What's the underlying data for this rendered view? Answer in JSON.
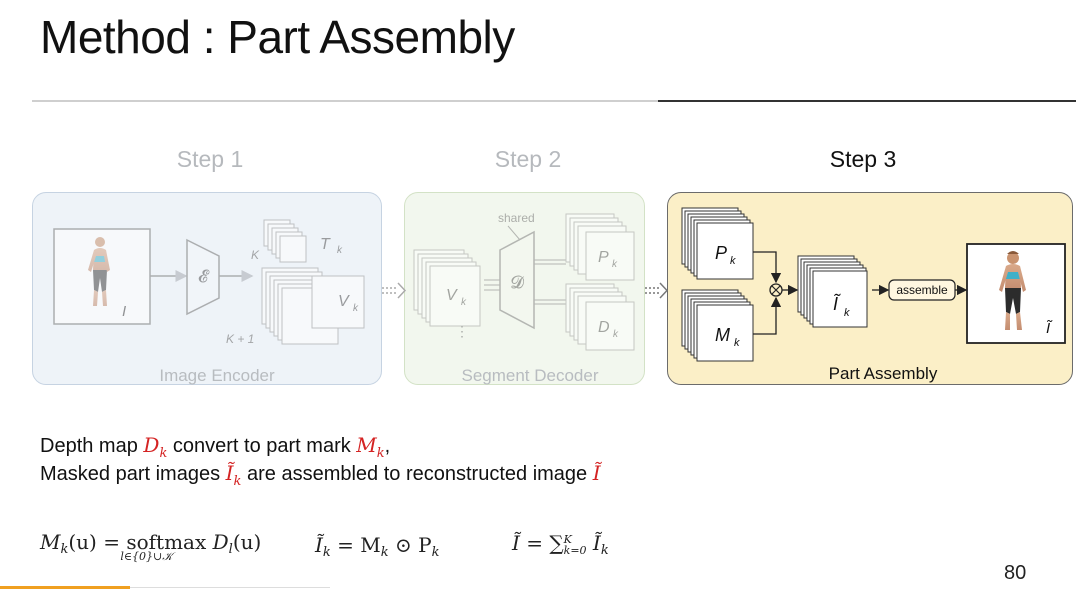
{
  "slide": {
    "title": "Method : Part Assembly",
    "page_number": "80"
  },
  "steps": [
    {
      "label": "Step 1",
      "caption": "Image Encoder",
      "active": false
    },
    {
      "label": "Step 2",
      "caption": "Segment Decoder",
      "active": false
    },
    {
      "label": "Step 3",
      "caption": "Part Assembly",
      "active": true
    }
  ],
  "diagram": {
    "encoder_symbol": "𝓔",
    "decoder_symbol": "𝓓",
    "input_label": "I",
    "T_label": "T",
    "V_label": "V",
    "K_label": "K",
    "K_plus_1_label": "K + 1",
    "shared_label": "shared",
    "P_label": "P",
    "D_label": "D",
    "M_label": "M",
    "Itilde_label": "Ĩ",
    "assemble_label": "assemble",
    "sub_k": "k",
    "output_label": "Ĩ",
    "colors": {
      "step3_fill": "#fbefc7",
      "highlight_red": "#d42323",
      "dim_text": "#b6b9bd"
    }
  },
  "text": {
    "line1": {
      "a": "Depth map ",
      "D": "D",
      "k1": "k",
      "b": " convert to part mark ",
      "M": "M",
      "k2": "k",
      "c": ","
    },
    "line2": {
      "a": "Masked part images ",
      "I": "Ĩ",
      "k": "k",
      "b": " are assembled to reconstructed image ",
      "I2": "Ĩ"
    }
  },
  "formulas": {
    "f1_lhs": "M",
    "f1_sub": "k",
    "f1_arg": "(u) = ",
    "f1_op": "softmax",
    "f1_op_sub": "l∈{0}∪𝒦",
    "f1_rhs": "D",
    "f1_rhs_sub": "l",
    "f1_rhs_arg": "(u)",
    "f2_lhs": "Ĩ",
    "f2_sub": "k",
    "f2_rhs": " = M",
    "f2_rhs_sub": "k",
    "f2_op": " ⊙ P",
    "f2_op_sub": "k",
    "f3_lhs": "Ĩ = ∑",
    "f3_sup": "K",
    "f3_sub": "k=0",
    "f3_rhs": " Ĩ",
    "f3_rhs_sub": "k"
  }
}
